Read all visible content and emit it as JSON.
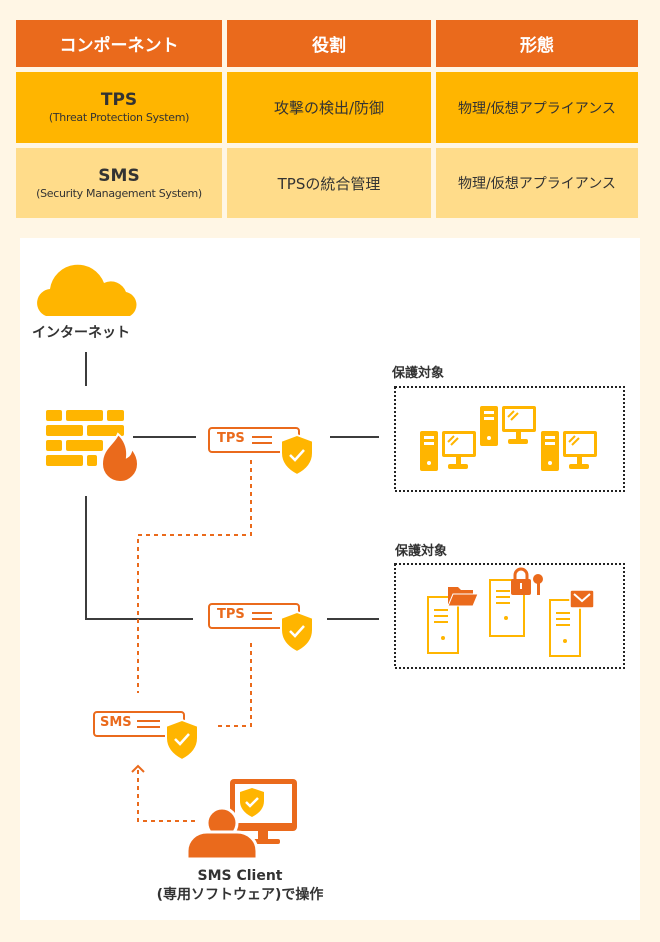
{
  "table": {
    "headers": [
      "コンポーネント",
      "役割",
      "形態"
    ],
    "rows": [
      {
        "name": "TPS",
        "fullname": "(Threat Protection System)",
        "role": "攻撃の検出/防御",
        "form": "物理/仮想アプライアンス"
      },
      {
        "name": "SMS",
        "fullname": "(Security Management System)",
        "role": "TPSの統合管理",
        "form": "物理/仮想アプライアンス"
      }
    ]
  },
  "diagram": {
    "internet_label": "インターネット",
    "protected_label_1": "保護対象",
    "protected_label_2": "保護対象",
    "tps_label_1": "TPS",
    "tps_label_2": "TPS",
    "sms_label": "SMS",
    "client_label_line1": "SMS Client",
    "client_label_line2": "(専用ソフトウェア)で操作",
    "icons": {
      "internet": "cloud-icon",
      "firewall": "firewall-icon",
      "tps": "appliance-shield-icon",
      "sms": "appliance-shield-icon",
      "protected_1": "desktop-computer-icon",
      "protected_2": "server-icon",
      "client": "user-monitor-icon"
    }
  },
  "colors": {
    "orange": "#ea6a1c",
    "yellow": "#ffb500",
    "light_yellow": "#ffdc8a",
    "background": "#fff6e5",
    "line": "#3c3c3c"
  }
}
